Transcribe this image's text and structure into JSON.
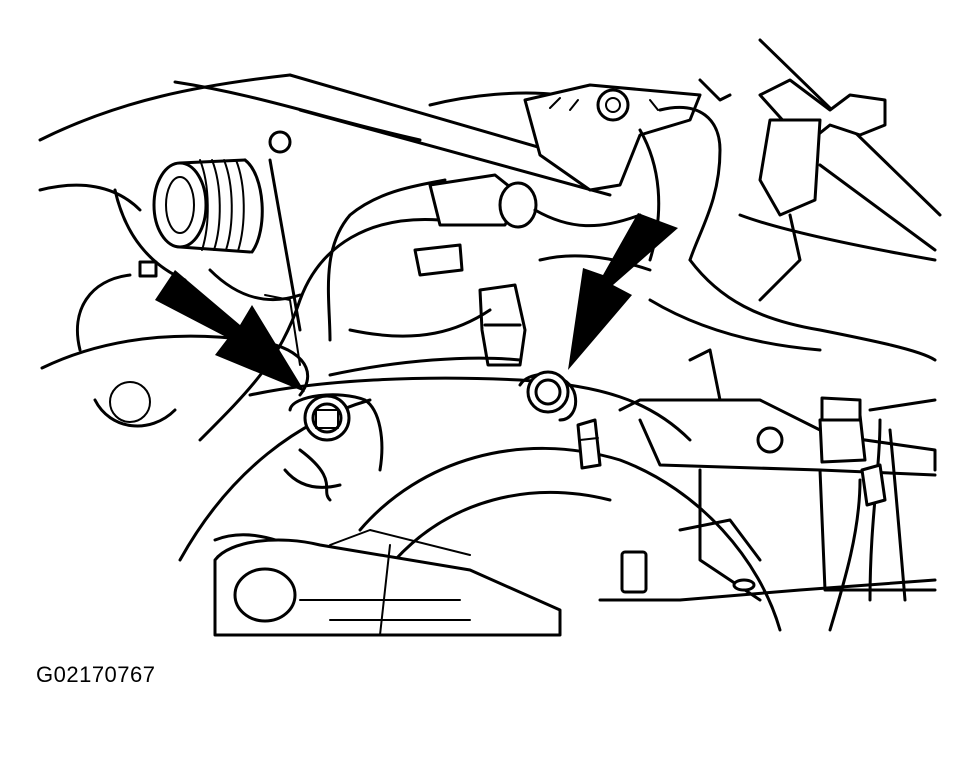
{
  "figure": {
    "code": "G02170767",
    "callouts": [
      {
        "target": "left-mounting-bolt"
      },
      {
        "target": "right-mounting-bolt"
      }
    ],
    "icons": [
      "arrow-icon",
      "bolt-icon"
    ],
    "colors": {
      "line": "#000000",
      "background": "#ffffff"
    }
  }
}
